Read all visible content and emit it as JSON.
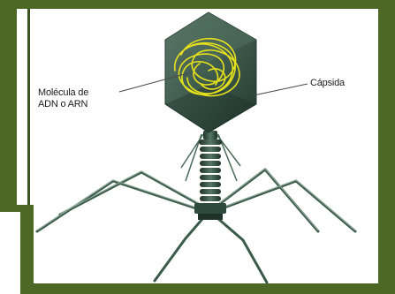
{
  "labels": {
    "molecule_line1": "Molécula de",
    "molecule_line2": "ADN o ARN",
    "capsid": "Cápsida"
  },
  "colors": {
    "frame": "#4d6724",
    "panel": "#ffffff",
    "capsid": "#3f5b4e",
    "dna": "#e8e21c",
    "tail": "#2e4a3c",
    "legs": "#3a5a4a"
  },
  "icons": {
    "figure": "bacteriophage-illustration"
  }
}
